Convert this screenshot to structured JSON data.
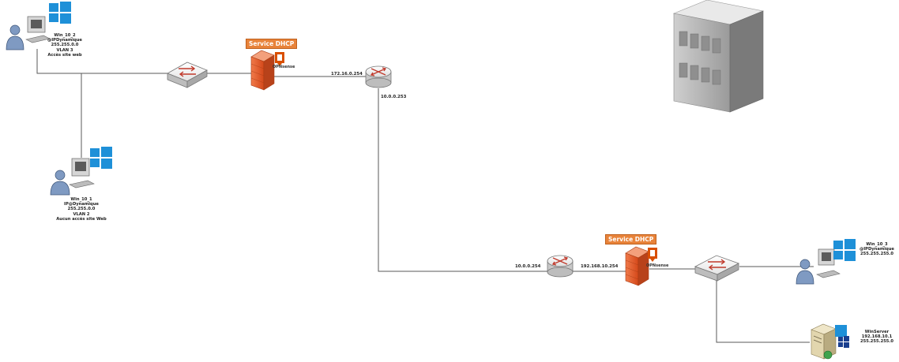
{
  "hosts": {
    "win10_2": [
      "Win_10_2",
      "@IPDynamique",
      "255.255.0.0",
      "VLAN 3",
      "Accès site web"
    ],
    "win10_1": [
      "Win_10_1",
      "IP@Dynamique",
      "255.255.0.0",
      "VLAN 2",
      "Aucun accès site Web"
    ],
    "win10_3": [
      "Win_10_3",
      "@IPDynamique",
      "255.255.255.0"
    ],
    "winserver": [
      "WinServer",
      "192.168.10.1",
      "255.255.255.0"
    ]
  },
  "links": {
    "fw1_router1": "172.16.0.254",
    "router1_down": "10.0.0.253",
    "router2_left": "10.0.0.254",
    "router2_right": "192.168.10.254"
  },
  "firewall": {
    "service_label": "Service DHCP",
    "brand": "OPNsense"
  },
  "colors": {
    "line": "#5a5a5a",
    "firewall": "#e05a2a",
    "opnsense_orange": "#d94f00",
    "windows_blue": "#1e90d8",
    "user_blue": "#6e8fb8",
    "router_arrow": "#c0392b"
  }
}
